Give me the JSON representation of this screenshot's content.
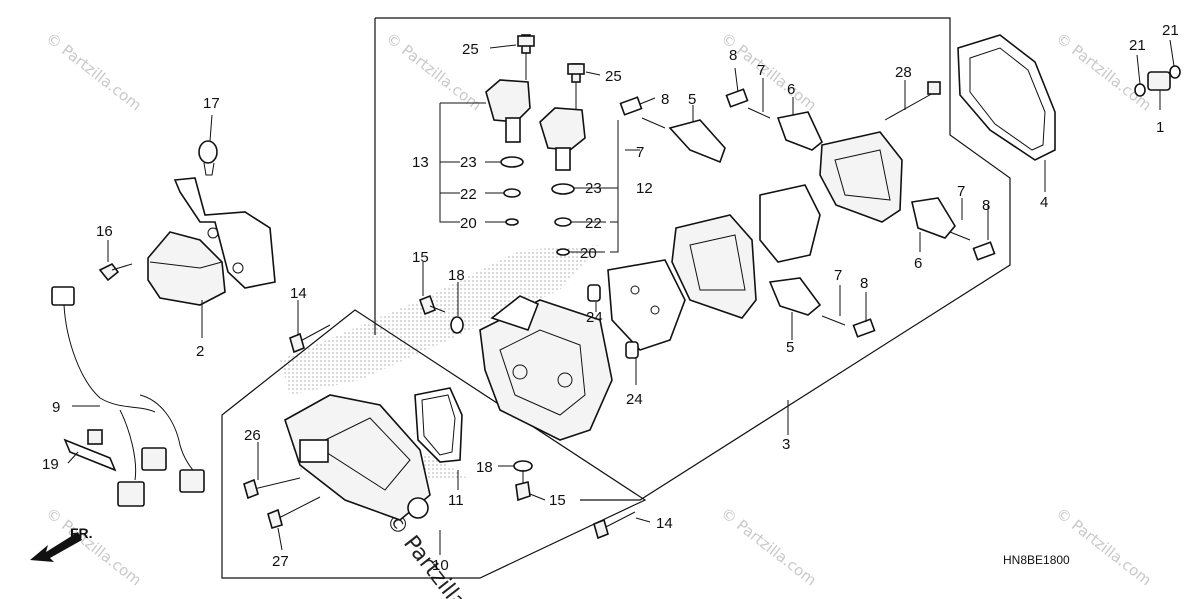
{
  "diagram_code": "HN8BE1800",
  "direction_label": "FR.",
  "watermark_text": "© Partzilla.com",
  "watermark_main": "© Partzilla",
  "callouts": [
    {
      "id": "c25a",
      "text": "25"
    },
    {
      "id": "c25b",
      "text": "25"
    },
    {
      "id": "c8a",
      "text": "8"
    },
    {
      "id": "c5a",
      "text": "5"
    },
    {
      "id": "c8b",
      "text": "8"
    },
    {
      "id": "c7a",
      "text": "7"
    },
    {
      "id": "c6a",
      "text": "6"
    },
    {
      "id": "c28",
      "text": "28"
    },
    {
      "id": "c21a",
      "text": "21"
    },
    {
      "id": "c21b",
      "text": "21"
    },
    {
      "id": "c1",
      "text": "1"
    },
    {
      "id": "c17",
      "text": "17"
    },
    {
      "id": "c13",
      "text": "13"
    },
    {
      "id": "c23a",
      "text": "23"
    },
    {
      "id": "c7b",
      "text": "7"
    },
    {
      "id": "c23b",
      "text": "23"
    },
    {
      "id": "c12",
      "text": "12"
    },
    {
      "id": "c22a",
      "text": "22"
    },
    {
      "id": "c22b",
      "text": "22"
    },
    {
      "id": "c20a",
      "text": "20"
    },
    {
      "id": "c20b",
      "text": "20"
    },
    {
      "id": "c4",
      "text": "4"
    },
    {
      "id": "c7c",
      "text": "7"
    },
    {
      "id": "c8c",
      "text": "8"
    },
    {
      "id": "c6b",
      "text": "6"
    },
    {
      "id": "c16",
      "text": "16"
    },
    {
      "id": "c15a",
      "text": "15"
    },
    {
      "id": "c18a",
      "text": "18"
    },
    {
      "id": "c14a",
      "text": "14"
    },
    {
      "id": "c24a",
      "text": "24"
    },
    {
      "id": "c7d",
      "text": "7"
    },
    {
      "id": "c8d",
      "text": "8"
    },
    {
      "id": "c2",
      "text": "2"
    },
    {
      "id": "c5b",
      "text": "5"
    },
    {
      "id": "c24b",
      "text": "24"
    },
    {
      "id": "c9",
      "text": "9"
    },
    {
      "id": "c3",
      "text": "3"
    },
    {
      "id": "c26",
      "text": "26"
    },
    {
      "id": "c19",
      "text": "19"
    },
    {
      "id": "c18b",
      "text": "18"
    },
    {
      "id": "c11",
      "text": "11"
    },
    {
      "id": "c15b",
      "text": "15"
    },
    {
      "id": "c14b",
      "text": "14"
    },
    {
      "id": "c27",
      "text": "27"
    },
    {
      "id": "c10",
      "text": "10"
    }
  ]
}
